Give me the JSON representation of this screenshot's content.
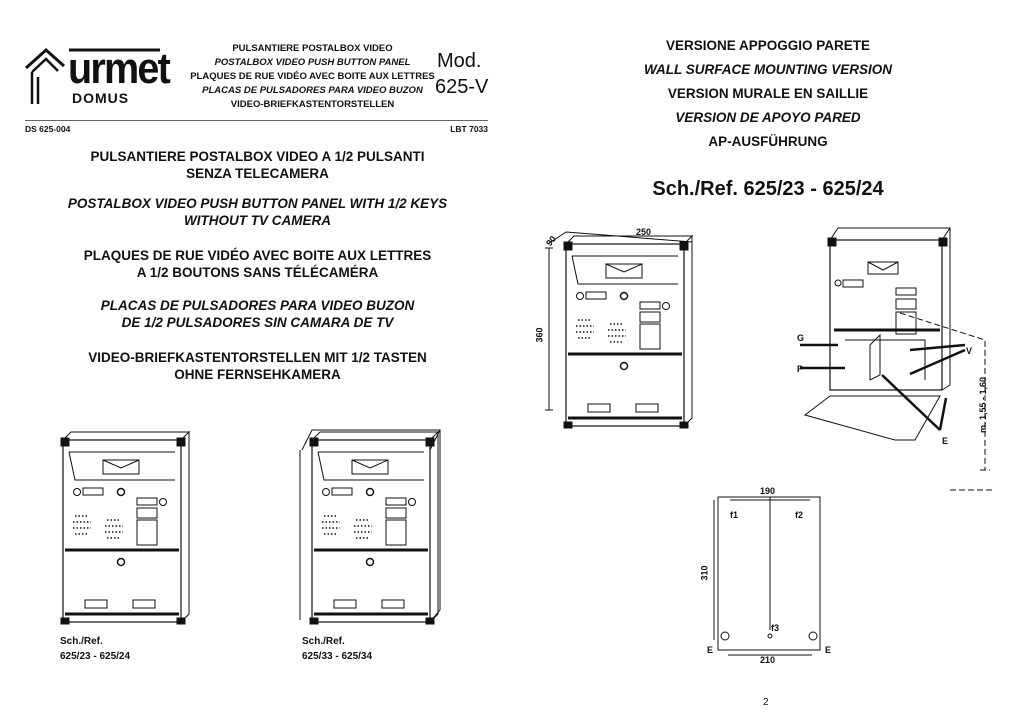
{
  "logo": {
    "brand": "urmet",
    "sub": "DOMUS"
  },
  "header": {
    "lines": [
      "PULSANTIERE POSTALBOX VIDEO",
      "POSTALBOX VIDEO PUSH BUTTON PANEL",
      "PLAQUES DE RUE VIDÉO AVEC BOITE AUX LETTRES",
      "PLACAS DE PULSADORES PARA VIDEO BUZON",
      "VIDEO-BRIEFKASTENTORSTELLEN"
    ],
    "mod": "Mod.",
    "model": "625-V",
    "doc_code": "DS 625-004",
    "lbt": "LBT 7033"
  },
  "titles": [
    [
      "PULSANTIERE POSTALBOX VIDEO A 1/2 PULSANTI",
      "SENZA TELECAMERA"
    ],
    [
      "POSTALBOX VIDEO PUSH BUTTON PANEL WITH 1/2 KEYS",
      "WITHOUT TV CAMERA"
    ],
    [
      "PLAQUES DE RUE VIDÉO AVEC BOITE AUX LETTRES",
      "A 1/2 BOUTONS SANS TÉLÉCAMÉRA"
    ],
    [
      "PLACAS DE PULSADORES PARA VIDEO BUZON",
      "DE 1/2 PULSADORES SIN CAMARA DE TV"
    ],
    [
      "VIDEO-BRIEFKASTENTORSTELLEN MIT 1/2 TASTEN",
      "OHNE FERNSEHKAMERA"
    ]
  ],
  "captions": [
    {
      "label": "Sch./Ref.",
      "value": "625/23 - 625/24"
    },
    {
      "label": "Sch./Ref.",
      "value": "625/33 - 625/34"
    }
  ],
  "right": {
    "headings": [
      "VERSIONE APPOGGIO PARETE",
      "WALL SURFACE MOUNTING VERSION",
      "VERSION MURALE EN SAILLIE",
      "VERSION DE APOYO PARED",
      "AP-AUSFÜHRUNG"
    ],
    "ref": "Sch./Ref. 625/23 - 625/24",
    "dims": {
      "width": "250",
      "depth": "90",
      "height": "360",
      "mount_height": "m. 1,55 - 1,60",
      "tpl_top": "190",
      "tpl_bottom": "210",
      "tpl_height": "310"
    },
    "labels": {
      "g": "G",
      "p": "P",
      "v": "V",
      "e": "E",
      "f1": "f1",
      "f2": "f2",
      "f3": "f3"
    }
  },
  "page_number": "2"
}
